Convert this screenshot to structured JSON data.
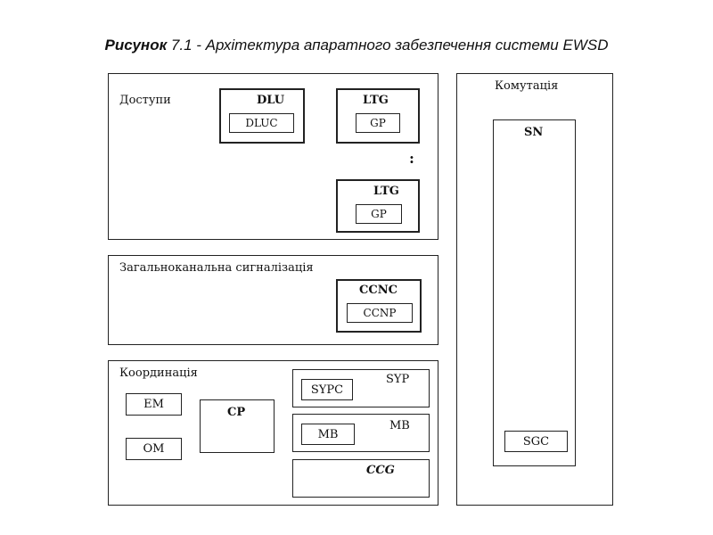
{
  "caption": {
    "prefix": "Рисунок",
    "text": " 7.1 - Архітектура апаратного забезпечення системи EWSD"
  },
  "access": {
    "label": "Доступи",
    "dlu": {
      "title": "DLU",
      "inner": "DLUC"
    },
    "ltg1": {
      "title": "LTG",
      "inner": "GP"
    },
    "dots": ":",
    "ltg2": {
      "title": "LTG",
      "inner": "GP"
    }
  },
  "signaling": {
    "label": "Загальноканальна сигналізація",
    "ccnc": {
      "title": "CCNC",
      "inner": "CCNP"
    }
  },
  "coordination": {
    "label": "Координація",
    "em": "EM",
    "om": "OM",
    "cp": "CP",
    "syp": {
      "title": "SYP",
      "inner": "SYPC"
    },
    "mb": {
      "title": "MB",
      "inner": "MB"
    },
    "ccg": "CCG"
  },
  "switching": {
    "label": "Комутація",
    "sn": {
      "title": "SN",
      "inner": "SGC"
    }
  }
}
